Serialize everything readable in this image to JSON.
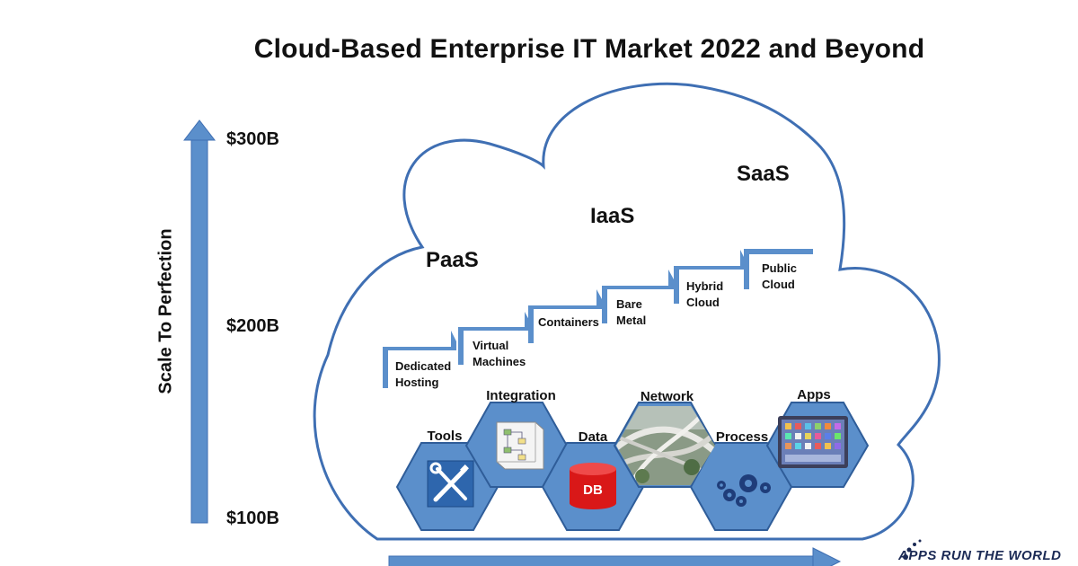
{
  "title": "Cloud-Based Enterprise IT Market 2022 and Beyond",
  "scale": {
    "label": "Scale To Perfection",
    "values": [
      "$300B",
      "$200B",
      "$100B"
    ]
  },
  "tiers": [
    "PaaS",
    "IaaS",
    "SaaS"
  ],
  "steps": [
    {
      "line1": "Dedicated",
      "line2": "Hosting"
    },
    {
      "line1": "Virtual",
      "line2": "Machines"
    },
    {
      "line1": "Containers",
      "line2": ""
    },
    {
      "line1": "Bare",
      "line2": "Metal"
    },
    {
      "line1": "Hybrid",
      "line2": "Cloud"
    },
    {
      "line1": "Public",
      "line2": "Cloud"
    }
  ],
  "hexes": [
    {
      "label": "Tools",
      "icon": "tools-icon"
    },
    {
      "label": "Integration",
      "icon": "diagram-icon"
    },
    {
      "label": "Data",
      "icon": "database-icon",
      "icon_text": "DB"
    },
    {
      "label": "Network",
      "icon": "highway-icon"
    },
    {
      "label": "Process",
      "icon": "gears-icon"
    },
    {
      "label": "Apps",
      "icon": "tablet-icon"
    }
  ],
  "logo": "APPS RUN THE WORLD",
  "colors": {
    "accent": "#5b8fcb",
    "cloud_stroke": "#3f6fb3",
    "tools_bg": "#2e66ad",
    "db_red": "#d91818"
  }
}
